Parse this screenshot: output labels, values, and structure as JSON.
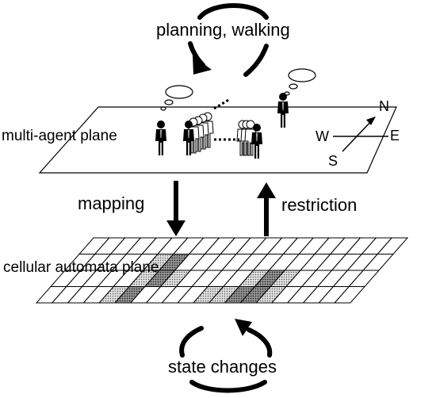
{
  "labels": {
    "top_cycle": "planning, walking",
    "multi_agent_plane": "multi-agent plane",
    "mapping": "mapping",
    "restriction": "restriction",
    "cellular_automata_plane": "cellular automata plane",
    "bottom_cycle": "state changes"
  },
  "compass": {
    "north": "N",
    "east": "E",
    "south": "S",
    "west": "W"
  },
  "grid": {
    "columns": 20,
    "rows": 4,
    "shaded_cells": [
      [
        1,
        5
      ],
      [
        1,
        6
      ],
      [
        2,
        5
      ],
      [
        2,
        6
      ],
      [
        2,
        7
      ],
      [
        2,
        12
      ],
      [
        2,
        13
      ],
      [
        2,
        14
      ],
      [
        3,
        10
      ],
      [
        3,
        11
      ],
      [
        3,
        12
      ],
      [
        3,
        13
      ],
      [
        3,
        14
      ],
      [
        3,
        4
      ],
      [
        3,
        5
      ]
    ],
    "dark_cells": [
      [
        1,
        6
      ],
      [
        2,
        6
      ],
      [
        3,
        5
      ],
      [
        2,
        13
      ],
      [
        3,
        12
      ],
      [
        3,
        13
      ]
    ]
  },
  "colors": {
    "ink": "#000000",
    "background": "#ffffff",
    "dotted_fill": "#bdbdbd",
    "dark_fill": "#7a7a7a"
  }
}
